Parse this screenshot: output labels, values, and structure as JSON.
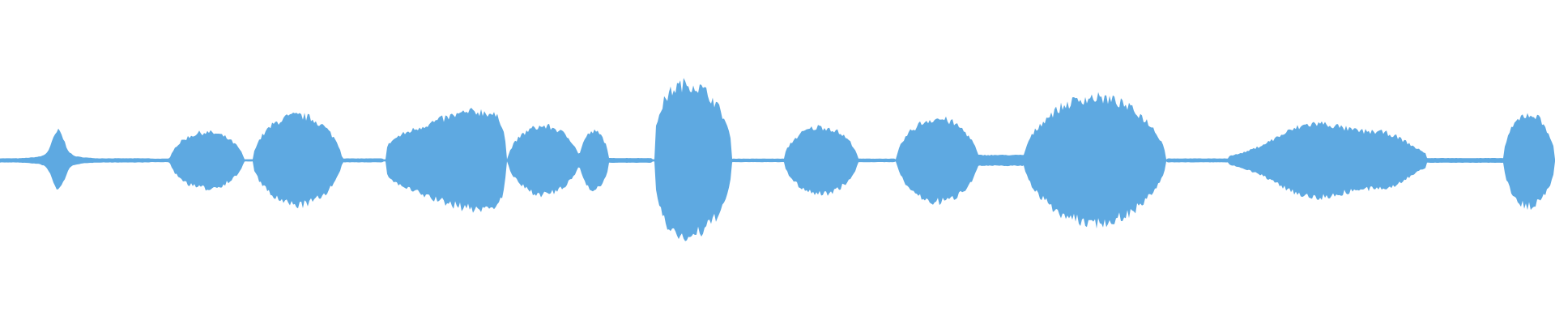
{
  "waveform": {
    "color": "#5ea9e1",
    "background": "#ffffff",
    "segments": [
      {
        "start": 0.0,
        "end": 0.115,
        "shape": "burst",
        "amplitude": 0.33,
        "peak_at": 0.045
      },
      {
        "start": 0.115,
        "end": 0.131,
        "shape": "flat",
        "amplitude": 0.012
      },
      {
        "start": 0.131,
        "end": 0.188,
        "shape": "dome",
        "amplitude": 0.36
      },
      {
        "start": 0.195,
        "end": 0.264,
        "shape": "dome",
        "amplitude": 0.58
      },
      {
        "start": 0.264,
        "end": 0.296,
        "shape": "flat",
        "amplitude": 0.015
      },
      {
        "start": 0.298,
        "end": 0.392,
        "shape": "rise",
        "amplitude": 0.88
      },
      {
        "start": 0.392,
        "end": 0.447,
        "shape": "dome",
        "amplitude": 0.44
      },
      {
        "start": 0.447,
        "end": 0.47,
        "shape": "dome",
        "amplitude": 0.37
      },
      {
        "start": 0.47,
        "end": 0.503,
        "shape": "flat",
        "amplitude": 0.02
      },
      {
        "start": 0.505,
        "end": 0.565,
        "shape": "dome-late",
        "amplitude": 1.0
      },
      {
        "start": 0.565,
        "end": 0.605,
        "shape": "flat",
        "amplitude": 0.012
      },
      {
        "start": 0.605,
        "end": 0.662,
        "shape": "dome",
        "amplitude": 0.43
      },
      {
        "start": 0.662,
        "end": 0.69,
        "shape": "flat",
        "amplitude": 0.012
      },
      {
        "start": 0.692,
        "end": 0.755,
        "shape": "dome",
        "amplitude": 0.54
      },
      {
        "start": 0.755,
        "end": 0.79,
        "shape": "flat",
        "amplitude": 0.06
      },
      {
        "start": 0.79,
        "end": 0.9,
        "shape": "dome",
        "amplitude": 0.82
      },
      {
        "start": 0.9,
        "end": 0.948,
        "shape": "flat",
        "amplitude": 0.015
      },
      {
        "start": 0.948,
        "end": 1.1,
        "shape": "dome-double",
        "amplitude": 0.5
      },
      {
        "start": 1.1,
        "end": 1.16,
        "shape": "flat",
        "amplitude": 0.02
      },
      {
        "start": 1.16,
        "end": 1.2,
        "shape": "dome",
        "amplitude": 0.6
      }
    ]
  }
}
